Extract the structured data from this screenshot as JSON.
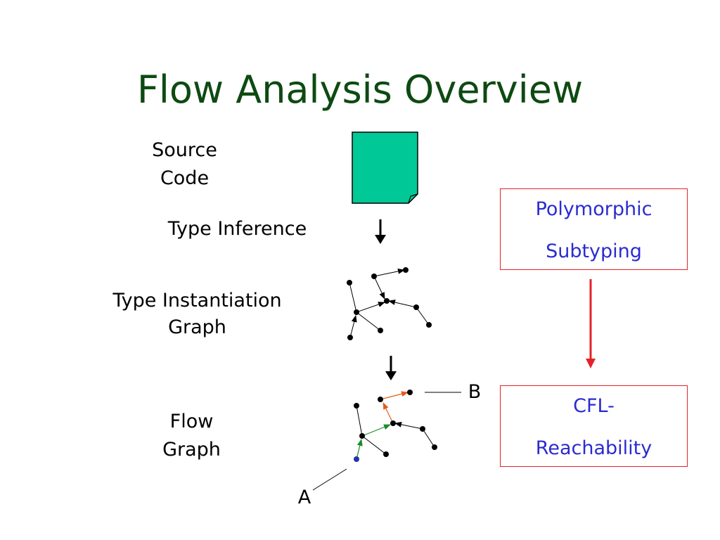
{
  "slide": {
    "title": "Flow Analysis Overview"
  },
  "labels": {
    "source_line1": "Source",
    "source_line2": "Code",
    "type_inference": "Type Inference",
    "tig_line1": "Type Instantiation",
    "tig_line2": "Graph",
    "flow_line1": "Flow",
    "flow_line2": "Graph",
    "point_a": "A",
    "point_b": "B"
  },
  "boxes": {
    "polymorphic": [
      "Polymorphic",
      "Subtyping"
    ],
    "cfl": [
      "CFL-",
      "Reachability"
    ]
  },
  "colors": {
    "title": "#0d4a12",
    "document": "#00c896",
    "box_border": "#e4222a",
    "box_text": "#2b2bd0",
    "arrow_red": "#e4222a",
    "flow_orange": "#e85a1a",
    "flow_green": "#1a8c2a",
    "node_blue": "#2233aa"
  }
}
